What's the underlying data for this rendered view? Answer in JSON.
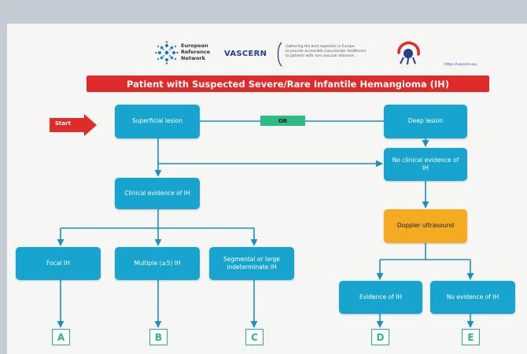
{
  "header": {
    "ern_lines": [
      "European",
      "Reference",
      "Network"
    ],
    "network_name": "VASCERN",
    "tagline_lines": [
      "Gathering the best expertise in Europe",
      "to provide accessible cross-border healthcare",
      "to patients with rare vascular diseases"
    ],
    "url": "https://vascern.eu"
  },
  "title": "Patient with Suspected Severe/Rare Infantile Hemangioma (IH)",
  "start_label": "Start",
  "or_label": "OR",
  "nodes": {
    "superficial": "Superficial lesion",
    "deep": "Deep lesion",
    "no_clinical": "No clinical evidence of IH",
    "clinical": "Clinical evidence of IH",
    "doppler": "Doppler ultrasound",
    "focal": "Focal IH",
    "multiple": "Multiple (≥5) IH",
    "segmental": "Segmental or large indeterminate IH",
    "evidence": "Evidence of IH",
    "no_evidence": "No evidence of IH"
  },
  "leaves": [
    "A",
    "B",
    "C",
    "D",
    "E"
  ],
  "colors": {
    "node": "#17a4cf",
    "doppler": "#f4ab22",
    "title_bar": "#e02b2b",
    "or_box": "#2fbc84",
    "leaf_border": "#2fb28c",
    "arrow": "#1b8fc0",
    "start_arrow": "#e02b2b"
  }
}
